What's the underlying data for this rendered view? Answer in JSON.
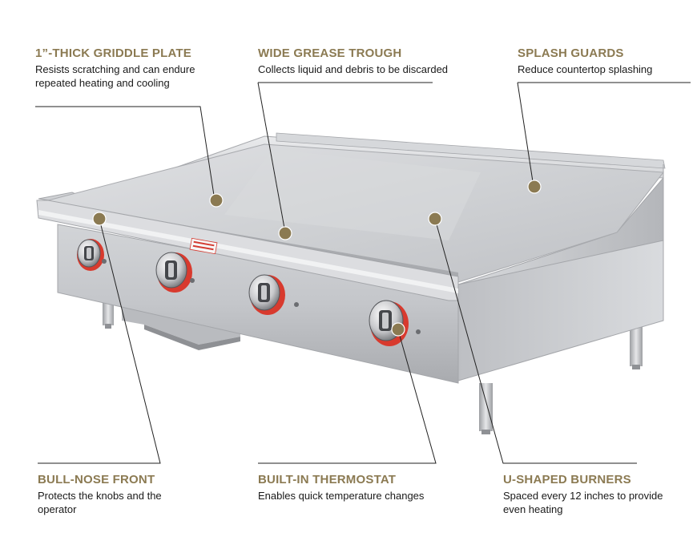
{
  "callouts": {
    "griddle_plate": {
      "title": "1”-THICK GRIDDLE PLATE",
      "description": "Resists scratching and can endure repeated heating and cooling"
    },
    "grease_trough": {
      "title": "WIDE GREASE TROUGH",
      "description": "Collects liquid and debris to be discarded"
    },
    "splash_guards": {
      "title": "SPLASH GUARDS",
      "description": "Reduce countertop splashing"
    },
    "bull_nose": {
      "title": "BULL-NOSE FRONT",
      "description": "Protects the knobs and the operator"
    },
    "thermostat": {
      "title": "BUILT-IN THERMOSTAT",
      "description": "Enables quick temperature changes"
    },
    "burners": {
      "title": "U-SHAPED BURNERS",
      "description": "Spaced every 12 inches to provide even heating"
    }
  },
  "colors": {
    "title": "#8b7a52",
    "text": "#1a1a1a",
    "marker": "#8b7a52",
    "line": "#222222",
    "steel_light": "#e2e3e5",
    "steel_mid": "#c3c5c8",
    "steel_dark": "#9a9ca0",
    "knob_red": "#e0352b"
  },
  "icons": {
    "marker": "circle-marker-icon",
    "knob": "control-knob-icon"
  }
}
